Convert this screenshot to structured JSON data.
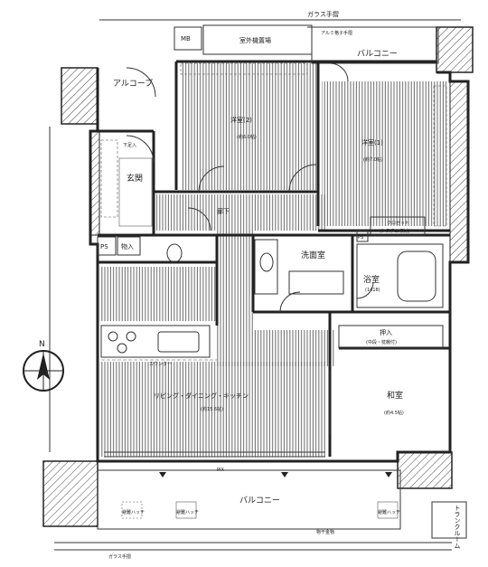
{
  "rooms": {
    "balcony_top": "バルコニー",
    "outdoor_unit": "室外機置場",
    "mb": "MB",
    "alcove": "アルコーブ",
    "bedroom2": "洋室(2)",
    "bedroom2_size": "(約6.0帖)",
    "bedroom1": "洋室(1)",
    "bedroom1_size": "(約7.0帖)",
    "entrance": "玄関",
    "hallway": "廊下",
    "closet": "クロゼット",
    "closet_sub": "(システム収納)",
    "ps_left": "PS",
    "storage": "物入",
    "ps_right": "PS",
    "washroom": "洗面室",
    "bath": "浴室",
    "bath_size": "(1418)",
    "oshiire": "押入",
    "oshiire_sub": "(中段・枕棚付)",
    "counter": "カウンター",
    "ldk": "リビング・ダイニング・キッチン",
    "ldk_size": "(約15.6帖)",
    "washitsu": "和室",
    "washitsu_size": "(約4.5帖)",
    "balcony_bottom": "バルコニー",
    "trunk_room": "トランクルーム",
    "pix": "PIX"
  },
  "notes": {
    "glass_rail_top": "ガラス手摺",
    "glass_rail_bottom": "ガラス手摺",
    "aluminum_rail": "アルミ格子手摺",
    "shoe_box": "下足入",
    "sash": "物干金物",
    "evac_hatch_1": "避難ハッチ",
    "evac_hatch_2": "避難ハッチ",
    "evac_hatch_3": "避難ハッチ"
  },
  "compass": {
    "north": "N"
  },
  "colors": {
    "line": "#222222",
    "hatch": "#6a6a6a",
    "background": "#ffffff"
  }
}
